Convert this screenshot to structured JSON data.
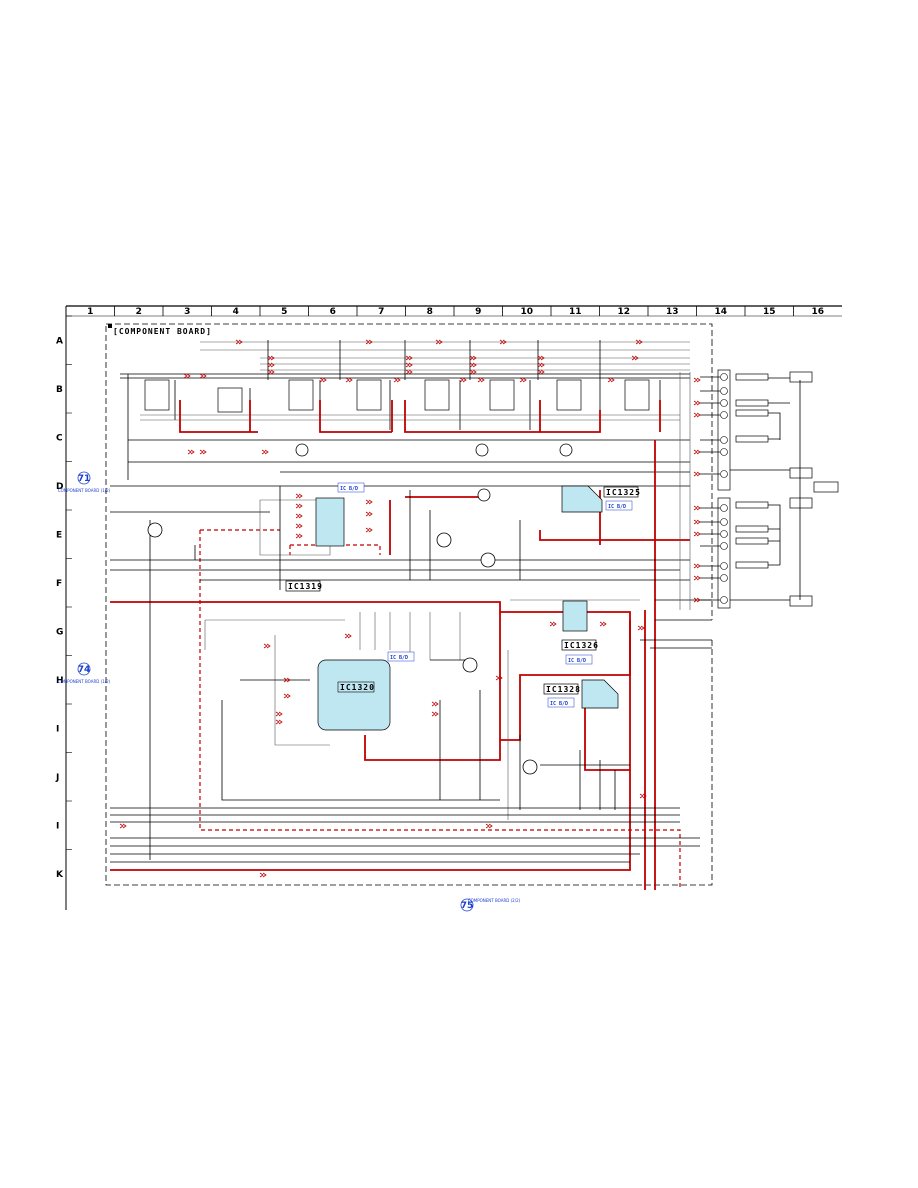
{
  "columns": [
    "1",
    "2",
    "3",
    "4",
    "5",
    "6",
    "7",
    "8",
    "9",
    "10",
    "11",
    "12",
    "13",
    "14",
    "15",
    "16"
  ],
  "rows": [
    "A",
    "B",
    "C",
    "D",
    "E",
    "F",
    "G",
    "H",
    "I",
    "J",
    "I",
    "K"
  ],
  "board_title": "[COMPONENT BOARD]",
  "ics": {
    "ic1319": {
      "label": "IC1319",
      "tag": "IC B/D"
    },
    "ic1320": {
      "label": "IC1320",
      "tag": "IC B/D"
    },
    "ic1325": {
      "label": "IC1325",
      "tag": "IC B/D"
    },
    "ic1326": {
      "label": "IC1326",
      "tag": "IC B/D"
    },
    "ic1328": {
      "label": "IC1328",
      "tag": "IC B/D"
    }
  },
  "connectors": {
    "c71": {
      "number": "71",
      "text": "COMPONENT BOARD (1/2)"
    },
    "c74": {
      "number": "74",
      "text": "COMPONENT BOARD (1/2)"
    },
    "c75": {
      "number": "75",
      "text": "COMPONENT BOARD (2/2)"
    }
  },
  "colors": {
    "wire": "#000000",
    "signal": "#c00000",
    "chip": "#bfe7f2",
    "annotation": "#1c3fd0"
  }
}
